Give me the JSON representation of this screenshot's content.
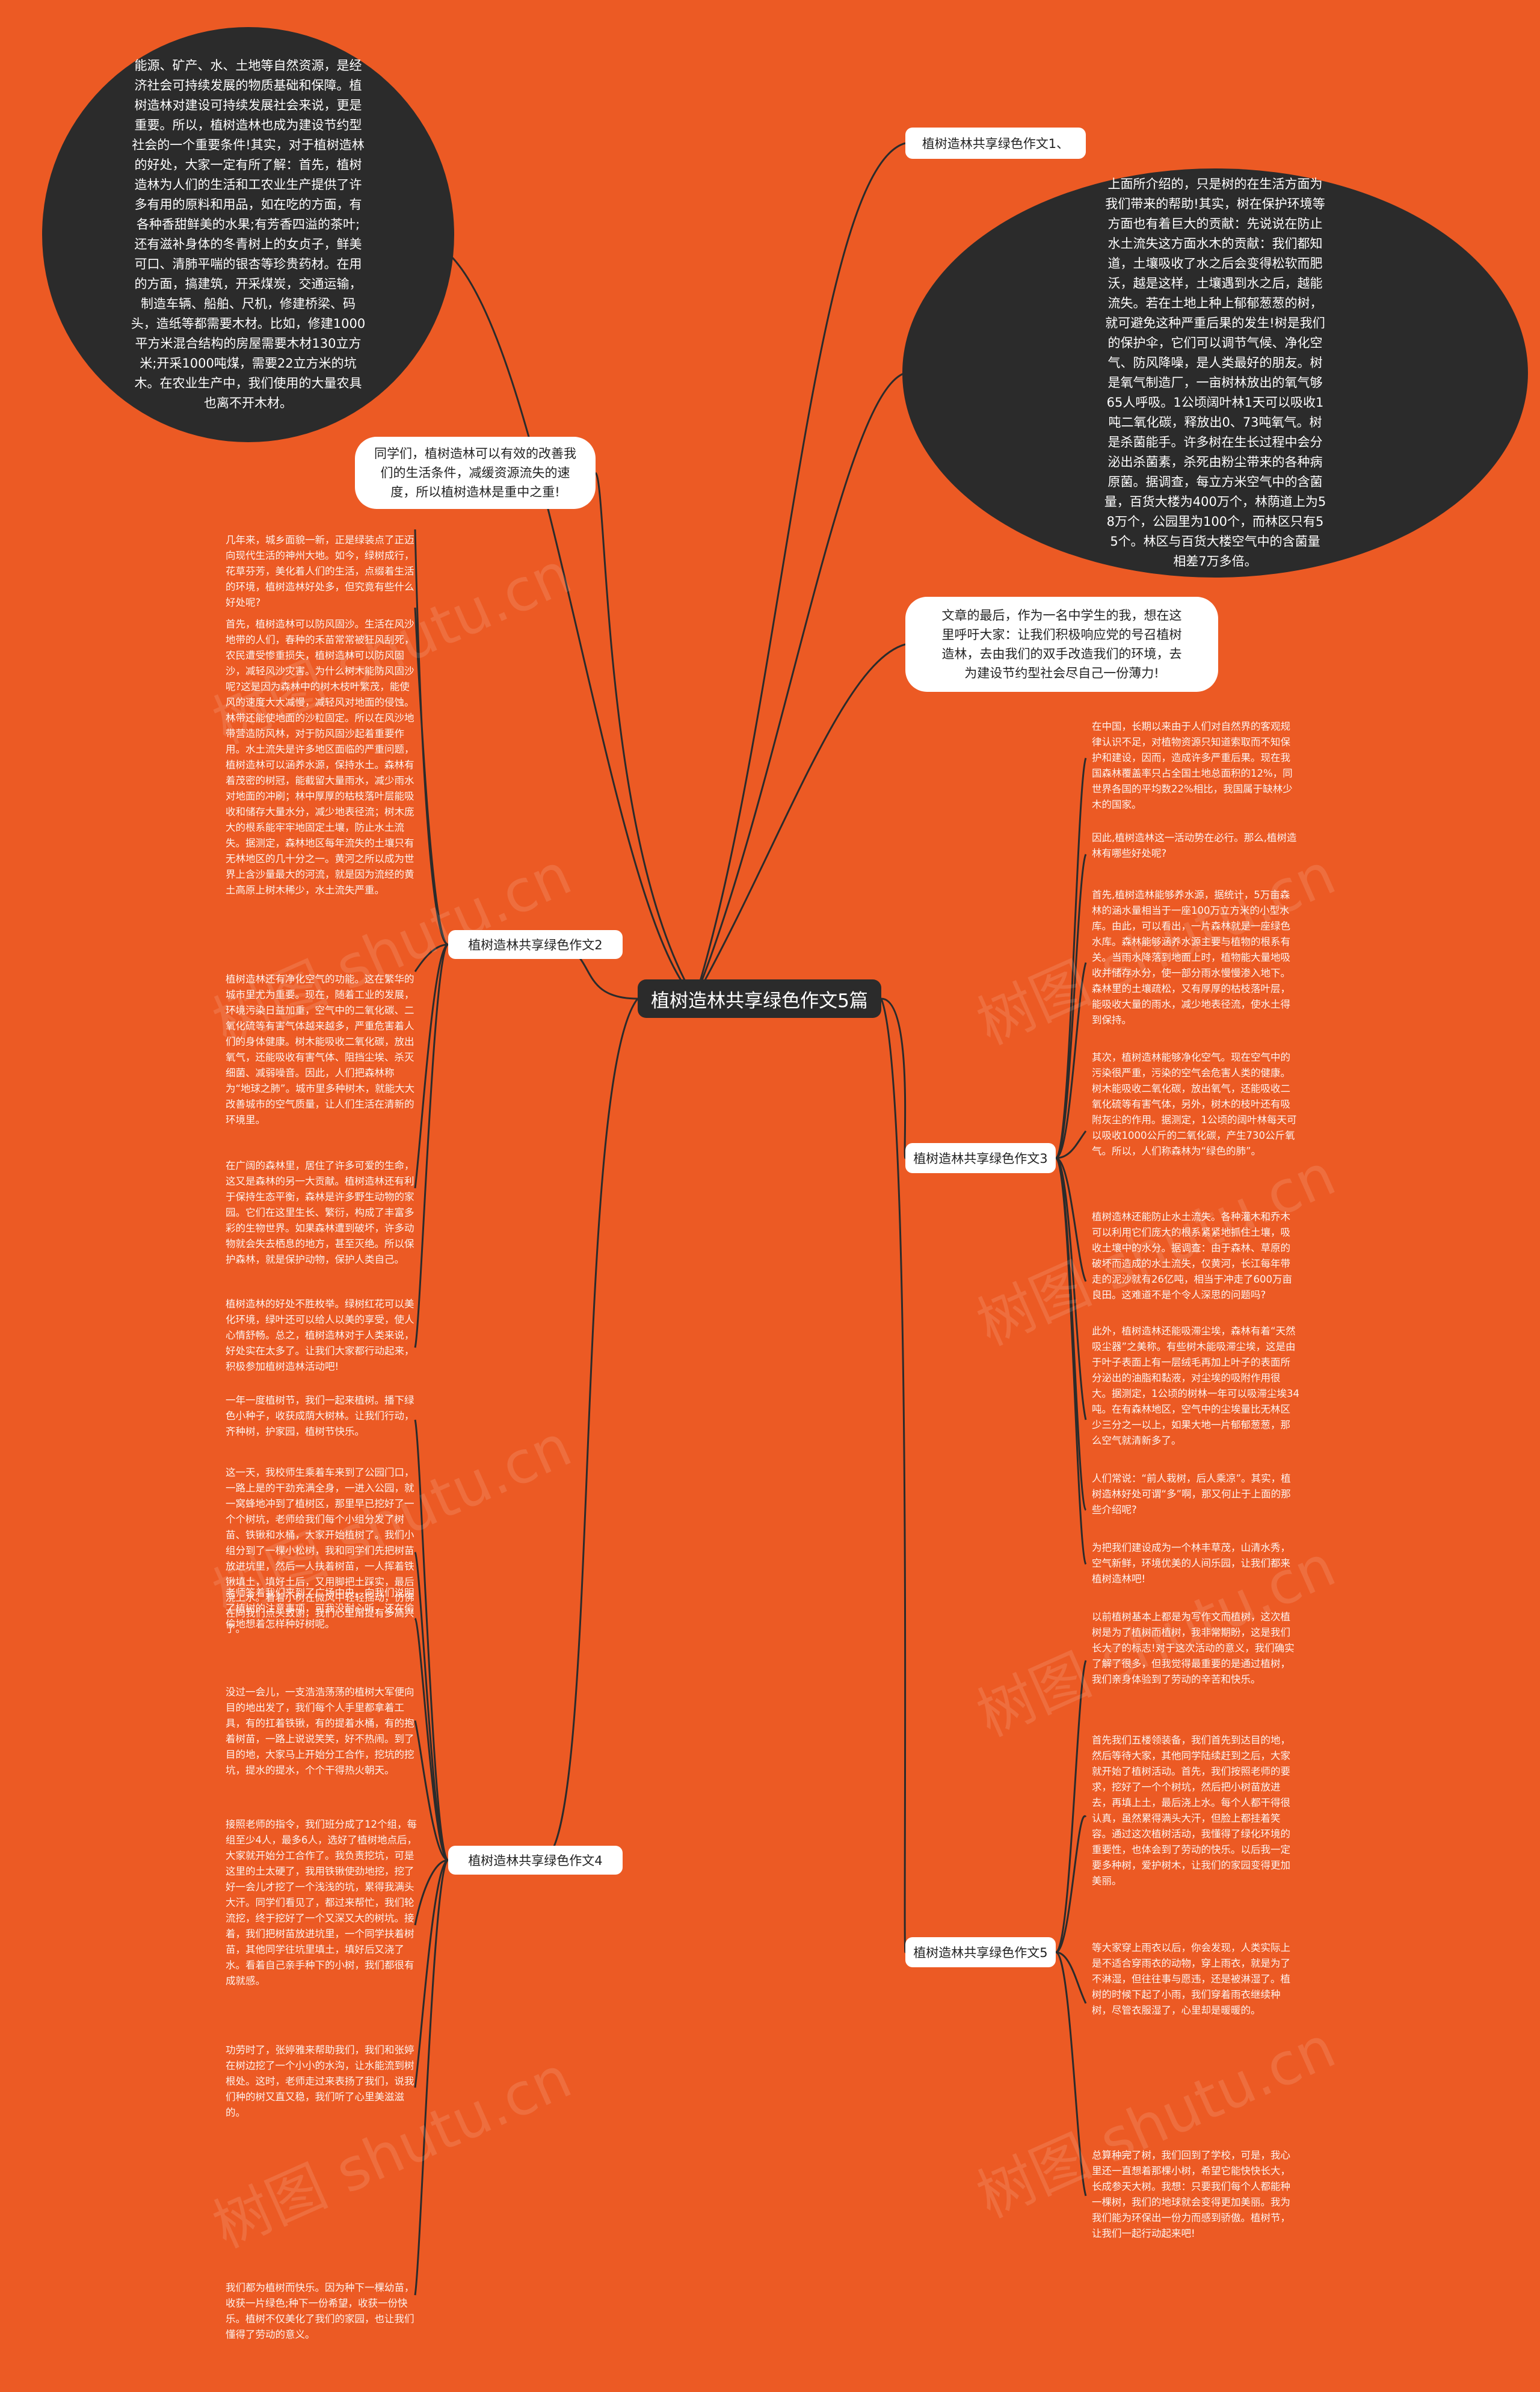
{
  "watermarks": [
    "树图 shutu.cn",
    "树图 shutu.cn",
    "树图 shutu.cn",
    "树图 shutu.cn",
    "树图 shutu.cn",
    "树图 shutu.cn",
    "树图 shutu.cn",
    "树图 shutu.cn"
  ],
  "colors": {
    "background": "#ec5a24",
    "dark_node": "#2b2b2b",
    "light_node": "#ffffff",
    "link": "#2b2b2b"
  },
  "center": "植树造林共享绿色作文5篇",
  "top": {
    "ellipse_left": "能源、矿产、水、土地等自然资源，是经济社会可持续发展的物质基础和保障。植树造林对建设可持续发展社会来说，更是重要。所以，植树造林也成为建设节约型社会的一个重要条件!其实，对于植树造林的好处，大家一定有所了解：首先，植树造林为人们的生活和工农业生产提供了许多有用的原料和用品，如在吃的方面，有各种香甜鲜美的水果;有芳香四溢的茶叶;还有滋补身体的冬青树上的女贞子，鲜美可口、清肺平喘的银杏等珍贵药材。在用的方面，搞建筑，开采煤炭，交通运输，制造车辆、船舶、尺机，修建桥梁、码头，造纸等都需要木材。比如，修建1000平方米混合结构的房屋需要木材130立方米;开采1000吨煤，需要22立方米的坑木。在农业生产中，我们使用的大量农具也离不开木材。",
    "bubble_left": "同学们，植树造林可以有效的改善我们的生活条件，减缓资源流失的速度，所以植树造林是重中之重!",
    "branch1": "植树造林共享绿色作文1、",
    "ellipse_right": "上面所介绍的，只是树的在生活方面为我们带来的帮助!其实，树在保护环境等方面也有着巨大的贡献：先说说在防止水土流失这方面水木的贡献：我们都知道，土壤吸收了水之后会变得松软而肥沃，越是这样，土壤遇到水之后，越能流失。若在土地上种上郁郁葱葱的树，就可避免这种严重后果的发生!树是我们的保护伞，它们可以调节气候、净化空气、防风降噪，是人类最好的朋友。树是氧气制造厂，一亩树林放出的氧气够65人呼吸。1公顷阔叶林1天可以吸收1吨二氧化碳，释放出0、73吨氧气。树是杀菌能手。许多树在生长过程中会分泌出杀菌素，杀死由粉尘带来的各种病原菌。据调查，每立方米空气中的含菌量，百货大楼为400万个，林荫道上为58万个，公园里为100个，而林区只有55个。林区与百货大楼空气中的含菌量相差7万多倍。",
    "bubble_right": "文章的最后，作为一名中学生的我，想在这里呼吁大家：让我们积极响应党的号召植树造林，去由我们的双手改造我们的环境，去为建设节约型社会尽自己一份薄力!"
  },
  "branches": {
    "b2": "植树造林共享绿色作文2",
    "b3": "植树造林共享绿色作文3",
    "b4": "植树造林共享绿色作文4",
    "b5": "植树造林共享绿色作文5"
  },
  "left_leaves": [
    "几年来，城乡面貌一新，正是绿装点了正迈向现代生活的神州大地。如今，绿树成行，花草芬芳，美化着人们的生活，点缀着生活的环境，植树造林好处多，但究竟有些什么好处呢?",
    "首先，植树造林可以防风固沙。生活在风沙地带的人们，春种的禾苗常常被狂风刮死，农民遭受惨重损失，植树造林可以防风固沙，减轻风沙灾害。为什么树木能防风固沙呢?这是因为森林中的树木枝叶繁茂，能使风的速度大大减慢，减轻风对地面的侵蚀。林带还能使地面的沙粒固定。所以在风沙地带营造防风林，对于防风固沙起着重要作用。水土流失是许多地区面临的严重问题，植树造林可以涵养水源，保持水土。森林有着茂密的树冠，能截留大量雨水，减少雨水对地面的冲刷；林中厚厚的枯枝落叶层能吸收和储存大量水分，减少地表径流；树木庞大的根系能牢牢地固定土壤，防止水土流失。据测定，森林地区每年流失的土壤只有无林地区的几十分之一。黄河之所以成为世界上含沙量最大的河流，就是因为流经的黄土高原上树木稀少，水土流失严重。",
    "植树造林还有净化空气的功能。这在繁华的城市里尤为重要。现在，随着工业的发展，环境污染日益加重，空气中的二氧化碳、二氧化硫等有害气体越来越多，严重危害着人们的身体健康。树木能吸收二氧化碳，放出氧气，还能吸收有害气体、阻挡尘埃、杀灭细菌、减弱噪音。因此，人们把森林称为“地球之肺”。城市里多种树木，就能大大改善城市的空气质量，让人们生活在清新的环境里。",
    "在广阔的森林里，居住了许多可爱的生命，这又是森林的另一大贡献。植树造林还有利于保持生态平衡，森林是许多野生动物的家园。它们在这里生长、繁衍，构成了丰富多彩的生物世界。如果森林遭到破坏，许多动物就会失去栖息的地方，甚至灭绝。所以保护森林，就是保护动物，保护人类自己。",
    "植树造林的好处不胜枚举。绿树红花可以美化环境，绿叶还可以给人以美的享受，使人心情舒畅。总之，植树造林对于人类来说，好处实在太多了。让我们大家都行动起来，积极参加植树造林活动吧!",
    "一年一度植树节，我们一起来植树。播下绿色小种子，收获成荫大树林。让我们行动，齐种树，护家园，植树节快乐。",
    "这一天，我校师生乘着车来到了公园门口，一路上是的干劲充满全身，一进入公园，就一窝蜂地冲到了植树区，那里早已挖好了一个个树坑，老师给我们每个小组分发了树苗、铁锹和水桶，大家开始植树了。我们小组分到了一棵小松树，我和同学们先把树苗放进坑里，然后一人扶着树苗，一人挥着铁锹填土，填好土后，又用脚把土踩实，最后浇上水。看着小树在微风中轻轻摇动，仿佛在向我们点头致谢，我们心里甭提有多高兴了。",
    "老师答着我们来到了广场中央，向我们说明了植树的注意事项，可我没耐心听，还在偷偷地想着怎样种好树呢。",
    "没过一会儿，一支浩浩荡荡的植树大军便向目的地出发了，我们每个人手里都拿着工具，有的扛着铁锹，有的提着水桶，有的抱着树苗，一路上说说笑笑，好不热闹。到了目的地，大家马上开始分工合作，挖坑的挖坑，提水的提水，个个干得热火朝天。",
    "接照老师的指令，我们班分成了12个组，每组至少4人，最多6人，选好了植树地点后，大家就开始分工合作了。我负责挖坑，可是这里的土太硬了，我用铁锹使劲地挖，挖了好一会儿才挖了一个浅浅的坑，累得我满头大汗。同学们看见了，都过来帮忙，我们轮流挖，终于挖好了一个又深又大的树坑。接着，我们把树苗放进坑里，一个同学扶着树苗，其他同学往坑里填土，填好后又浇了水。看着自己亲手种下的小树，我们都很有成就感。",
    "功劳时了，张婷雅来帮助我们，我们和张婷在树边挖了一个小小的水沟，让水能流到树根处。这时，老师走过来表扬了我们，说我们种的树又直又稳，我们听了心里美滋滋的。",
    "我们都为植树而快乐。因为种下一棵幼苗，收获一片绿色;种下一份希望，收获一份快乐。植树不仅美化了我们的家园，也让我们懂得了劳动的意义。"
  ],
  "right_leaves": [
    "在中国，长期以来由于人们对自然界的客观规律认识不足，对植物资源只知道索取而不知保护和建设，因而，造成许多严重后果。现在我国森林覆盖率只占全国土地总面积的12%，同世界各国的平均数22%相比，我国属于缺林少木的国家。",
    "因此,植树造林这一活动势在必行。那么,植树造林有哪些好处呢?",
    "首先,植树造林能够养水源，据统计，5万亩森林的涵水量相当于一座100万立方米的小型水库。由此，可以看出，一片森林就是一座绿色水库。森林能够涵养水源主要与植物的根系有关。当雨水降落到地面上时，植物能大量地吸收并储存水分，使一部分雨水慢慢渗入地下。森林里的土壤疏松，又有厚厚的枯枝落叶层，能吸收大量的雨水，减少地表径流，使水土得到保持。",
    "其次，植树造林能够净化空气。现在空气中的污染很严重，污染的空气会危害人类的健康。树木能吸收二氧化碳，放出氧气，还能吸收二氧化硫等有害气体，另外，树木的枝叶还有吸附灰尘的作用。据测定，1公顷的阔叶林每天可以吸收1000公斤的二氧化碳，产生730公斤氧气。所以，人们称森林为“绿色的肺”。",
    "植树造林还能防止水土流失。各种灌木和乔木可以利用它们庞大的根系紧紧地抓住土壤，吸收土壤中的水分。据调查：由于森林、草原的破坏而造成的水土流失，仅黄河，长江每年带走的泥沙就有26亿吨，相当于冲走了600万亩良田。这难道不是个令人深思的问题吗?",
    "此外，植树造林还能吸滞尘埃，森林有着“天然吸尘器”之美称。有些树木能吸滞尘埃，这是由于叶子表面上有一层绒毛再加上叶子的表面所分泌出的油脂和黏液，对尘埃的吸附作用很大。据测定，1公顷的树林一年可以吸滞尘埃34吨。在有森林地区，空气中的尘埃量比无林区少三分之一以上，如果大地一片郁郁葱葱，那么空气就清新多了。",
    "人们常说：“前人栽树，后人乘凉”。其实，植树造林好处可谓“多”啊，那又何止于上面的那些介绍呢?",
    "为把我们建设成为一个林丰草茂，山清水秀，空气新鲜，环境优美的人间乐园，让我们都来植树造林吧!",
    "以前植树基本上都是为写作文而植树，这次植树是为了植树而植树，我非常期盼，这是我们长大了的标志!对于这次活动的意义，我们确实了解了很多，但我觉得最重要的是通过植树，我们亲身体验到了劳动的辛苦和快乐。",
    "首先我们五楼领装备，我们首先到达目的地，然后等待大家，其他同学陆续赶到之后，大家就开始了植树活动。首先，我们按照老师的要求，挖好了一个个树坑，然后把小树苗放进去，再填上土，最后浇上水。每个人都干得很认真，虽然累得满头大汗，但脸上都挂着笑容。通过这次植树活动，我懂得了绿化环境的重要性，也体会到了劳动的快乐。以后我一定要多种树，爱护树木，让我们的家园变得更加美丽。",
    "等大家穿上雨衣以后，你会发现，人类实际上是不适合穿雨衣的动物，穿上雨衣，就是为了不淋湿，但往往事与愿违，还是被淋湿了。植树的时候下起了小雨，我们穿着雨衣继续种树，尽管衣服湿了，心里却是暖暖的。",
    "总算种完了树，我们回到了学校，可是，我心里还一直想着那棵小树，希望它能快快长大，长成参天大树。我想：只要我们每个人都能种一棵树，我们的地球就会变得更加美丽。我为我们能为环保出一份力而感到骄傲。植树节，让我们一起行动起来吧!"
  ]
}
